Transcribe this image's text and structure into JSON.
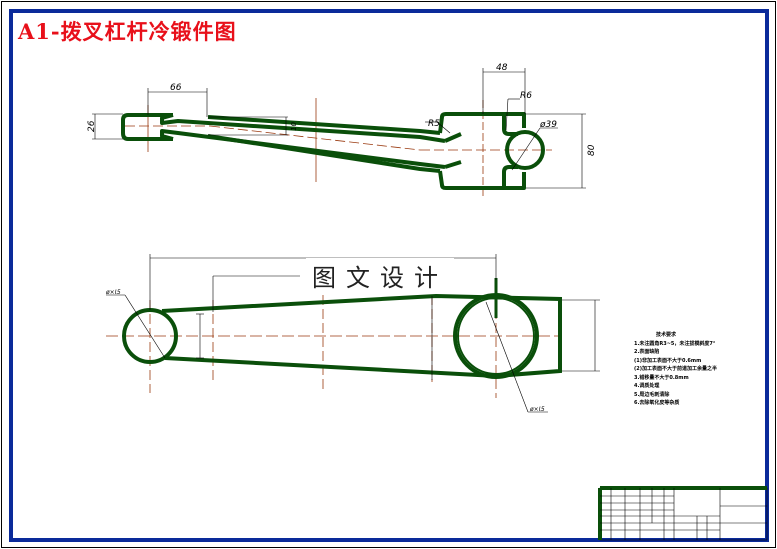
{
  "title": "A1-拨叉杠杆冷锻件图",
  "watermark": "图文设计",
  "colors": {
    "outline": "#0a4f0a",
    "centerline": "#9a3a10",
    "frame": "#0a2a9a",
    "title": "#e8101a"
  },
  "top_view": {
    "dims": {
      "d66": "66",
      "d48": "48",
      "d26": "26",
      "d80": "80",
      "r6": "R6",
      "r5": "R5",
      "dia39": "ø39",
      "d10": "10"
    }
  },
  "front_view": {
    "dims": {
      "left_dia": "ø×Ɩ5",
      "right_dia": "ø×Ɩ5"
    }
  },
  "notes": {
    "heading": "技术要求",
    "items": [
      "1.未注圆角R3~5，未注拔模斜度7°",
      "2.表面缺陷",
      "(1)非加工表面不大于0.6mm",
      "(2)加工表面不大于前道加工余量之半",
      "3.错移量不大于0.8mm",
      "4.调质处理",
      "5.周边毛刺清除",
      "6.去除氧化皮等杂质"
    ]
  }
}
